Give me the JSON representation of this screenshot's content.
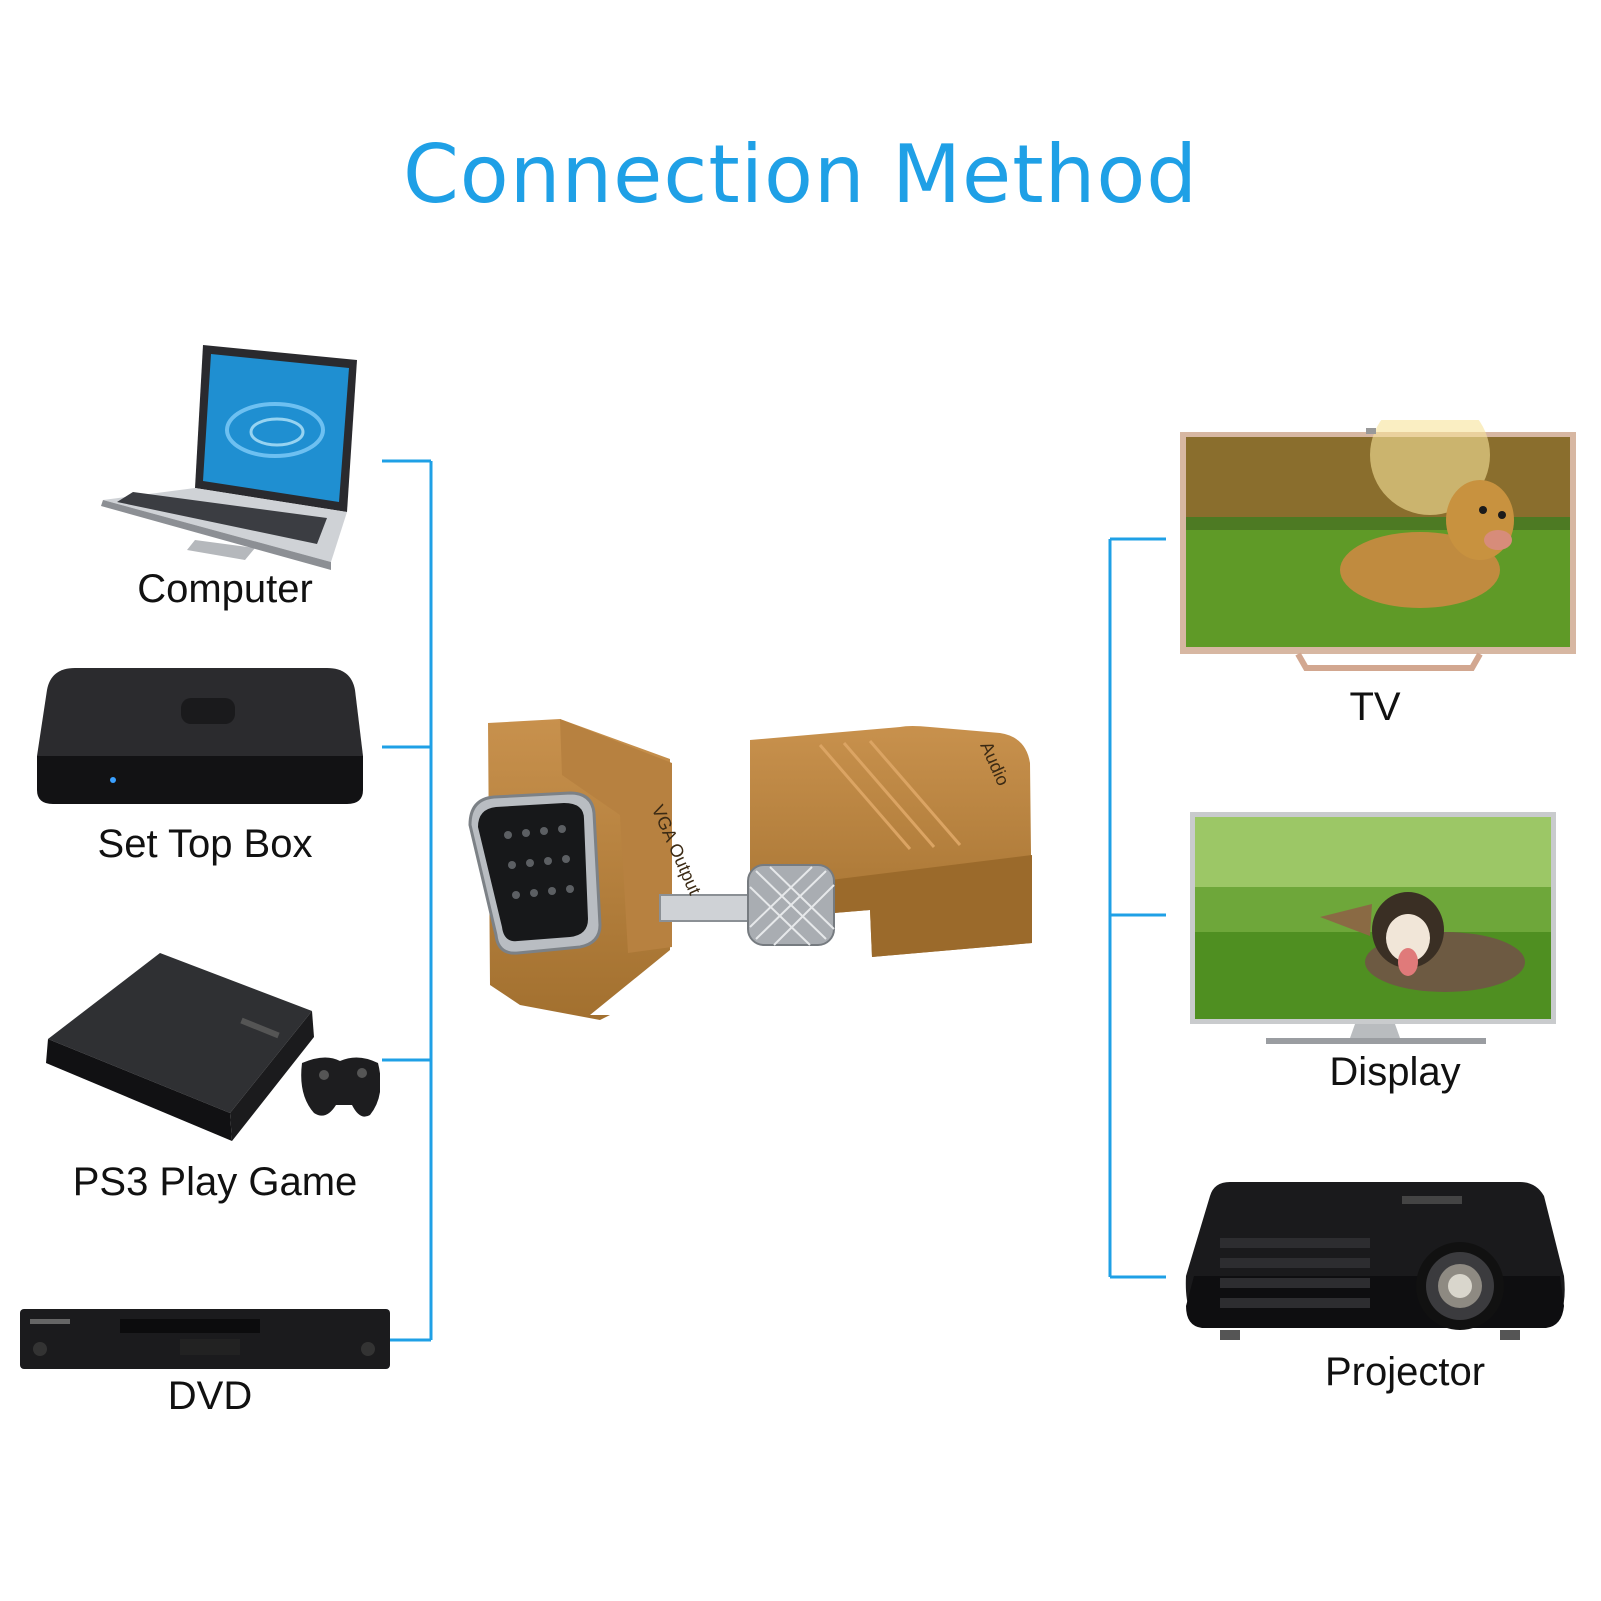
{
  "title": "Connection Method",
  "accent_color": "#1fa0e6",
  "adapter_color": "#b8823e",
  "sources": [
    {
      "label": "Computer",
      "icon": "laptop-icon"
    },
    {
      "label": "Set Top Box",
      "icon": "set-top-box-icon"
    },
    {
      "label": "PS3 Play Game",
      "icon": "game-console-icon"
    },
    {
      "label": "DVD",
      "icon": "dvd-player-icon"
    }
  ],
  "adapter": {
    "vga_text": "VGA Output",
    "audio_text": "Audio"
  },
  "outputs": [
    {
      "label": "TV",
      "icon": "tv-icon"
    },
    {
      "label": "Display",
      "icon": "monitor-icon"
    },
    {
      "label": "Projector",
      "icon": "projector-icon"
    }
  ]
}
